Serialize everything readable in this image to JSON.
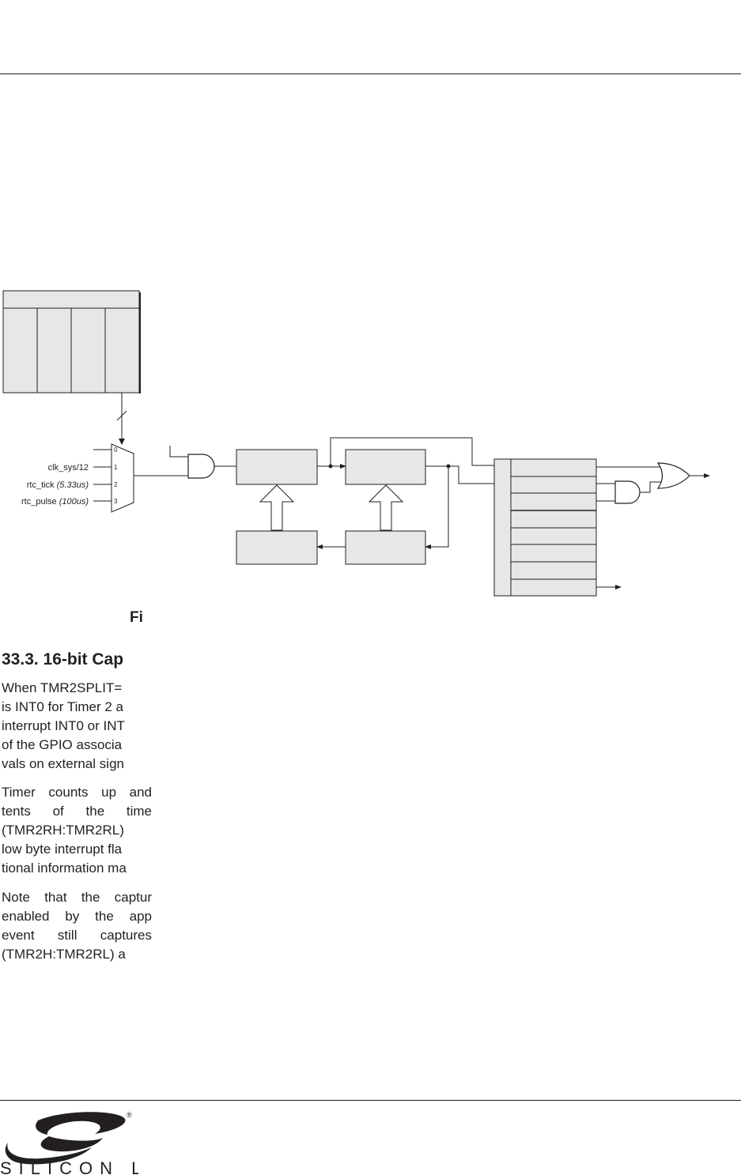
{
  "diagram": {
    "inputs": [
      {
        "name": "clk_sys/12",
        "note": ""
      },
      {
        "name": "rtc_tick ",
        "note": "(5.33us)"
      },
      {
        "name": "rtc_pulse ",
        "note": "(100us)"
      }
    ],
    "mux_numbers": [
      "0",
      "1",
      "2",
      "3"
    ],
    "colors": {
      "block_fill": "#e6e7e8",
      "stroke": "#231f20"
    }
  },
  "figure_caption": "Fi",
  "section": {
    "heading": "33.3.  16-bit Cap"
  },
  "paragraphs": [
    {
      "lines": [
        {
          "text": "When TMR2SPLIT=",
          "justify": false
        },
        {
          "text": "is INT0 for Timer 2 a",
          "justify": false
        },
        {
          "text": "interrupt INT0 or INT",
          "justify": false
        },
        {
          "text": "of the GPIO associa",
          "justify": false
        },
        {
          "text": "vals on external sign",
          "justify": false
        }
      ]
    },
    {
      "lines": [
        {
          "text": "Timer counts up and",
          "justify": true
        },
        {
          "text": "tents of the time",
          "justify": true
        },
        {
          "text": "(TMR2RH:TMR2RL)",
          "justify": false
        },
        {
          "text": "low byte interrupt fla",
          "justify": false
        },
        {
          "text": "tional information ma",
          "justify": false
        }
      ]
    },
    {
      "lines": [
        {
          "text": "Note that the captur",
          "justify": true
        },
        {
          "text": "enabled by the app",
          "justify": true
        },
        {
          "text": "event still captures",
          "justify": true
        },
        {
          "text": "(TMR2H:TMR2RL) a",
          "justify": false
        }
      ]
    }
  ],
  "logo": {
    "text": "SILICON LABS",
    "registered": "®"
  }
}
